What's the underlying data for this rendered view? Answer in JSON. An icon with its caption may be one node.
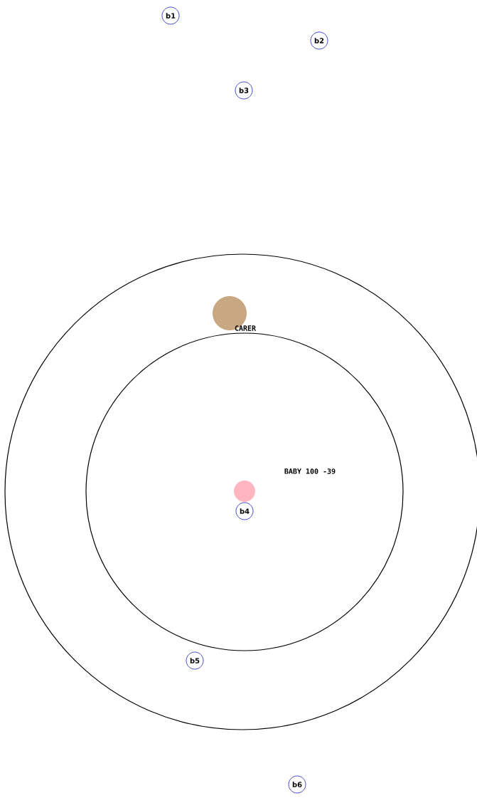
{
  "diagram": {
    "nodes": [
      {
        "text": [
          "b1"
        ]
      },
      {
        "text": [
          "b2"
        ]
      },
      {
        "text": [
          "b3"
        ]
      },
      {
        "text": [],
        "shape": "circle"
      },
      {
        "text": [
          "CARER"
        ],
        "in": 3
      },
      {
        "text": [],
        "shape": "circle",
        "in": 3
      },
      {
        "text": [
          "BABY 100 -39"
        ],
        "in": 5
      },
      {
        "text": [
          "b4"
        ],
        "in": 5
      },
      {
        "text": [
          "b5"
        ],
        "in": 3
      },
      {
        "text": [
          "b6"
        ]
      }
    ]
  }
}
